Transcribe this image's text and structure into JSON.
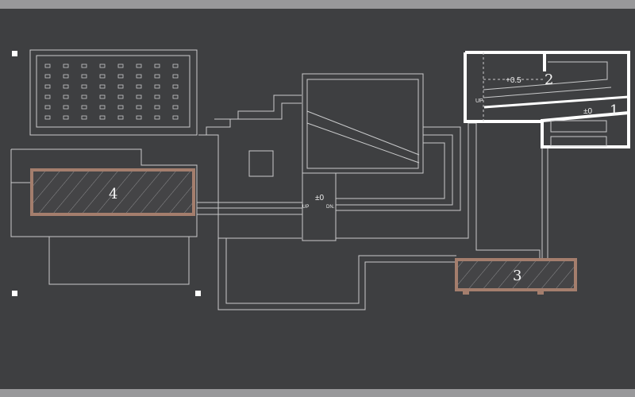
{
  "plan": {
    "zones": [
      {
        "id": "1",
        "label": "1",
        "level": "±0"
      },
      {
        "id": "2",
        "label": "2",
        "level": "+0.5",
        "stair": "UP"
      },
      {
        "id": "3",
        "label": "3"
      },
      {
        "id": "4",
        "label": "4"
      }
    ],
    "center_hall": {
      "level": "±0",
      "up": "UP",
      "down": "DN."
    }
  },
  "colors": {
    "background": "#3e3f41",
    "zone_outline": "#a47e6d",
    "lines": "#c9cacb",
    "frame": "#98989a"
  }
}
